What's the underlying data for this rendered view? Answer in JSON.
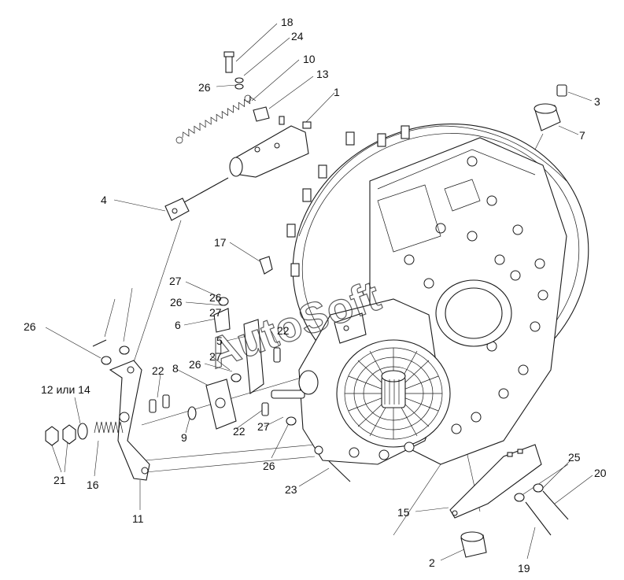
{
  "watermark": "AutoSoft",
  "callouts": [
    {
      "id": "c18",
      "text": "18"
    },
    {
      "id": "c24",
      "text": "24"
    },
    {
      "id": "c10",
      "text": "10"
    },
    {
      "id": "c13",
      "text": "13"
    },
    {
      "id": "c26a",
      "text": "26"
    },
    {
      "id": "c1",
      "text": "1"
    },
    {
      "id": "c3",
      "text": "3"
    },
    {
      "id": "c7",
      "text": "7"
    },
    {
      "id": "c4",
      "text": "4"
    },
    {
      "id": "c17",
      "text": "17"
    },
    {
      "id": "c27a",
      "text": "27"
    },
    {
      "id": "c26b",
      "text": "26"
    },
    {
      "id": "c27b",
      "text": "27"
    },
    {
      "id": "c26c",
      "text": "26"
    },
    {
      "id": "c26d",
      "text": "26"
    },
    {
      "id": "c6",
      "text": "6"
    },
    {
      "id": "c5",
      "text": "5"
    },
    {
      "id": "c22a",
      "text": "22"
    },
    {
      "id": "c27c",
      "text": "27"
    },
    {
      "id": "c26e",
      "text": "26"
    },
    {
      "id": "c22b",
      "text": "22"
    },
    {
      "id": "c8",
      "text": "8"
    },
    {
      "id": "c12",
      "text": "12 или 14"
    },
    {
      "id": "c9",
      "text": "9"
    },
    {
      "id": "c22c",
      "text": "22"
    },
    {
      "id": "c27d",
      "text": "27"
    },
    {
      "id": "c21",
      "text": "21"
    },
    {
      "id": "c16",
      "text": "16"
    },
    {
      "id": "c26f",
      "text": "26"
    },
    {
      "id": "c23",
      "text": "23"
    },
    {
      "id": "c11",
      "text": "11"
    },
    {
      "id": "c25",
      "text": "25"
    },
    {
      "id": "c20",
      "text": "20"
    },
    {
      "id": "c15",
      "text": "15"
    },
    {
      "id": "c2",
      "text": "2"
    },
    {
      "id": "c19",
      "text": "19"
    }
  ]
}
